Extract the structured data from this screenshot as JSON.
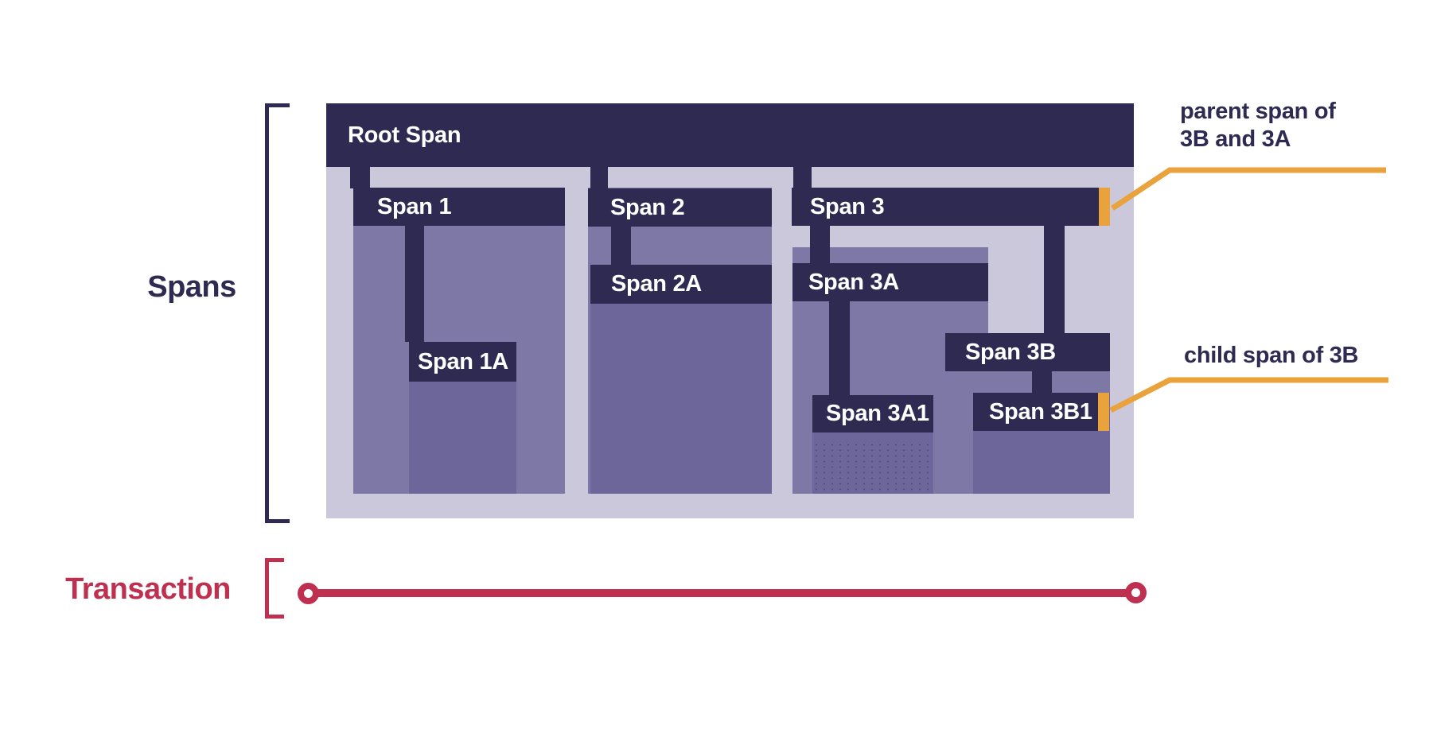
{
  "side_labels": {
    "spans": "Spans",
    "transaction": "Transaction"
  },
  "span_labels": {
    "root": "Root Span",
    "s1": "Span 1",
    "s1a": "Span 1A",
    "s2": "Span 2",
    "s2a": "Span 2A",
    "s3": "Span 3",
    "s3a": "Span 3A",
    "s3a1": "Span 3A1",
    "s3b": "Span 3B",
    "s3b1": "Span 3B1"
  },
  "annotations": {
    "parent_line1": "parent span of",
    "parent_line2": "3B and 3A",
    "child": "child span of 3B"
  },
  "colors": {
    "navy": "#2e2a52",
    "lavender": "#cbc8dc",
    "fill_medium": "#7d78a6",
    "fill_dark": "#6c669a",
    "orange": "#e9a23c",
    "red": "#bf3050",
    "white": "#ffffff"
  }
}
